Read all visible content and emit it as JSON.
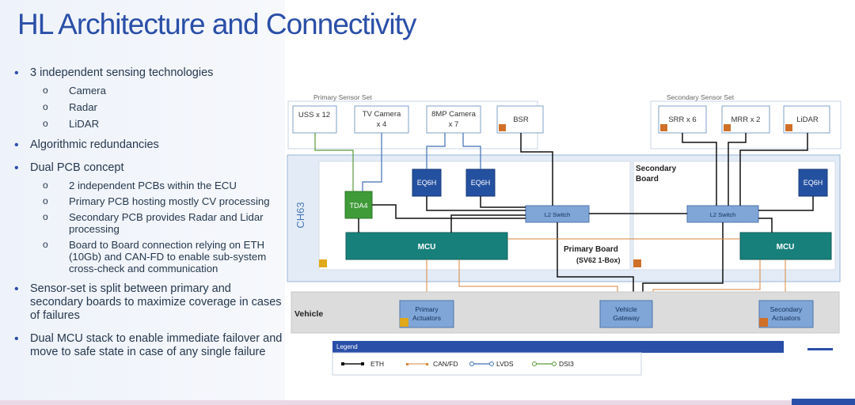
{
  "slide": {
    "title": "HL Architecture and Connectivity",
    "bullets": [
      {
        "text": "3 independent sensing technologies",
        "subs": [
          "Camera",
          "Radar",
          "LiDAR"
        ]
      },
      {
        "text": "Algorithmic redundancies",
        "subs": []
      },
      {
        "text": "Dual PCB concept",
        "subs": [
          "2 independent PCBs within the ECU",
          "Primary PCB hosting mostly CV processing",
          "Secondary PCB provides Radar and Lidar processing",
          "Board to Board connection relying on ETH (10Gb) and CAN-FD to enable sub-system cross-check and communication"
        ]
      },
      {
        "text": "Sensor-set is split between primary and secondary boards to maximize coverage in cases of failures",
        "subs": []
      },
      {
        "text": "Dual MCU stack to enable immediate failover and move to safe state in case of any single failure",
        "subs": []
      }
    ]
  },
  "diagram": {
    "primary_sensor_set_label": "Primary Sensor Set",
    "secondary_sensor_set_label": "Secondary Sensor Set",
    "sensors": {
      "uss": "USS x 12",
      "tv_camera_1": "TV Camera",
      "tv_camera_2": "x 4",
      "cam8mp_1": "8MP Camera",
      "cam8mp_2": "x 7",
      "bsr": "BSR",
      "srr": "SRR x 6",
      "mrr": "MRR x 2",
      "lidar": "LiDAR"
    },
    "ecu_label": "CH63",
    "secondary_board_1": "Secondary",
    "secondary_board_2": "Board",
    "primary_board_1": "Primary Board",
    "primary_board_2": "(SV62 1-Box)",
    "chips": {
      "tda4": "TDA4",
      "eq6h_1": "EQ6H",
      "eq6h_2": "EQ6H",
      "eq6h_3": "EQ6H",
      "l2_switch_1": "L2 Switch",
      "l2_switch_2": "L2 Switch",
      "mcu_1": "MCU",
      "mcu_2": "MCU"
    },
    "vehicle_label": "Vehicle",
    "vehicle_nodes": {
      "primary_actuators_1": "Primary",
      "primary_actuators_2": "Actuators",
      "gateway_1": "Vehicle",
      "gateway_2": "Gateway",
      "secondary_actuators_1": "Secondary",
      "secondary_actuators_2": "Actuators"
    },
    "legend": {
      "title": "Legend",
      "eth": "ETH",
      "canfd": "CAN/FD",
      "lvds": "LVDS",
      "dsi3": "DSI3"
    },
    "colors": {
      "eth": "#111111",
      "canfd": "#d9863c",
      "lvds": "#3f6fb5",
      "dsi3": "#5a9a3a",
      "mcu_fill": "#17807a",
      "tda4_fill": "#3f9a38",
      "eq6h_fill": "#2450a0",
      "switch_fill": "#7fa6d6",
      "title_blue": "#2a4fa8"
    }
  }
}
